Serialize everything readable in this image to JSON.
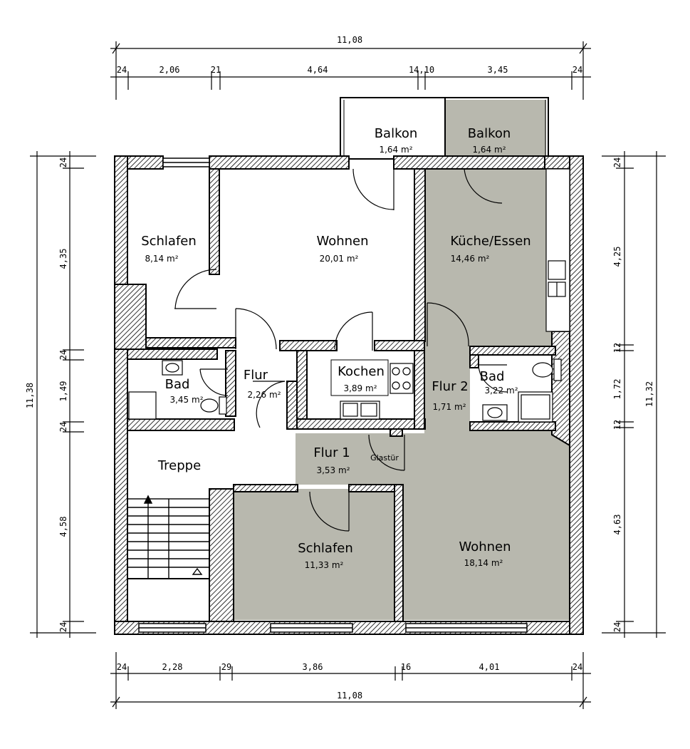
{
  "dimensions": {
    "top_total": "11,08",
    "top_segments": [
      "24",
      "2,06",
      "21",
      "4,64",
      "14,10",
      "3,45",
      "24"
    ],
    "bottom_total": "11,08",
    "bottom_segments": [
      "24",
      "2,28",
      "29",
      "3,86",
      "16",
      "4,01",
      "24"
    ],
    "left_total": "11,38",
    "left_segments": [
      "24",
      "4,35",
      "24",
      "1,49",
      "24",
      "4,58",
      "24"
    ],
    "right_total": "11,32",
    "right_segments": [
      "24",
      "4,25",
      "12",
      "1,72",
      "12",
      "4,63",
      "24"
    ]
  },
  "rooms": {
    "balkon_left": {
      "name": "Balkon",
      "area": "1,64 m²"
    },
    "balkon_right": {
      "name": "Balkon",
      "area": "1,64 m²"
    },
    "schlafen_top": {
      "name": "Schlafen",
      "area": "8,14 m²"
    },
    "wohnen_top": {
      "name": "Wohnen",
      "area": "20,01 m²"
    },
    "kueche": {
      "name": "Küche/Essen",
      "area": "14,46 m²"
    },
    "bad_left": {
      "name": "Bad",
      "area": "3,45 m²"
    },
    "flur": {
      "name": "Flur",
      "area": "2,26 m²"
    },
    "kochen": {
      "name": "Kochen",
      "area": "3,89 m²"
    },
    "flur2": {
      "name": "Flur 2",
      "area": "1,71 m²"
    },
    "bad_right": {
      "name": "Bad",
      "area": "3,22 m²"
    },
    "treppe": {
      "name": "Treppe"
    },
    "flur1": {
      "name": "Flur 1",
      "area": "3,53 m²"
    },
    "schlafen_bottom": {
      "name": "Schlafen",
      "area": "11,33 m²"
    },
    "wohnen_bottom": {
      "name": "Wohnen",
      "area": "18,14 m²"
    }
  },
  "annotations": {
    "glastuer": "Glastür"
  },
  "colors": {
    "shaded_unit": "#b8b8ae",
    "wall": "#000000",
    "background": "#ffffff"
  }
}
